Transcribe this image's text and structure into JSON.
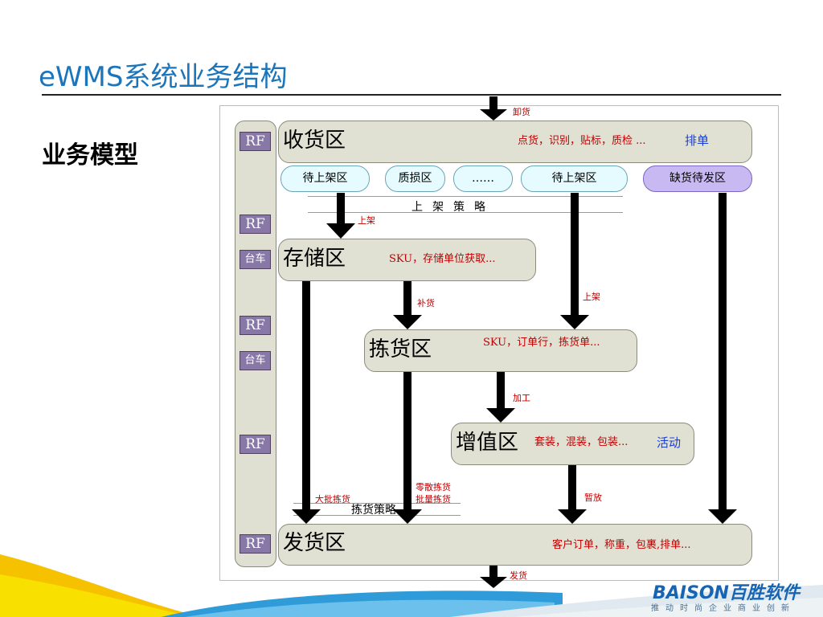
{
  "page": {
    "title": "eWMS系统业务结构",
    "subtitle": "业务模型"
  },
  "diagram": {
    "left_tags": [
      "RF",
      "RF",
      "台车",
      "RF",
      "台车",
      "RF",
      "RF"
    ],
    "zones": {
      "receiving": {
        "name": "收货区",
        "desc": "点货，识别，贴标，质检 ...",
        "extra": "排单"
      },
      "storage": {
        "name": "存储区",
        "desc": "SKU，存储单位获取..."
      },
      "picking": {
        "name": "拣货区",
        "desc": "SKU，订单行，拣货单..."
      },
      "value_added": {
        "name": "增值区",
        "desc": "套装，混装，包装...",
        "extra": "活动"
      },
      "shipping": {
        "name": "发货区",
        "desc": "客户订单，称重，包裹,排单..."
      }
    },
    "buffers": [
      "待上架区",
      "质损区",
      "……",
      "待上架区",
      "缺货待发区"
    ],
    "putaway_policy": "上架策略",
    "picking_policy": "拣货策略",
    "arrow_labels": {
      "unload": "卸货",
      "putaway_1": "上架",
      "putaway_2": "上架",
      "replenish": "补货",
      "process": "加工",
      "bulk_pick": "大批拣货",
      "piece_pick": "零散拣货",
      "batch_pick": "批量拣货",
      "hold": "暂放",
      "ship": "发货"
    }
  },
  "branding": {
    "logo": "BAISON百胜软件",
    "slogan": "推动时尚企业商业创新"
  },
  "colors": {
    "title": "#1b75bb",
    "zone_fill": "#e0e0d3",
    "tag_fill": "#8878a8",
    "buffer_fill": "#e6fbff",
    "shortage_fill": "#c9b9f3",
    "label_red": "#c00000",
    "label_blue": "#1a3fd1"
  }
}
